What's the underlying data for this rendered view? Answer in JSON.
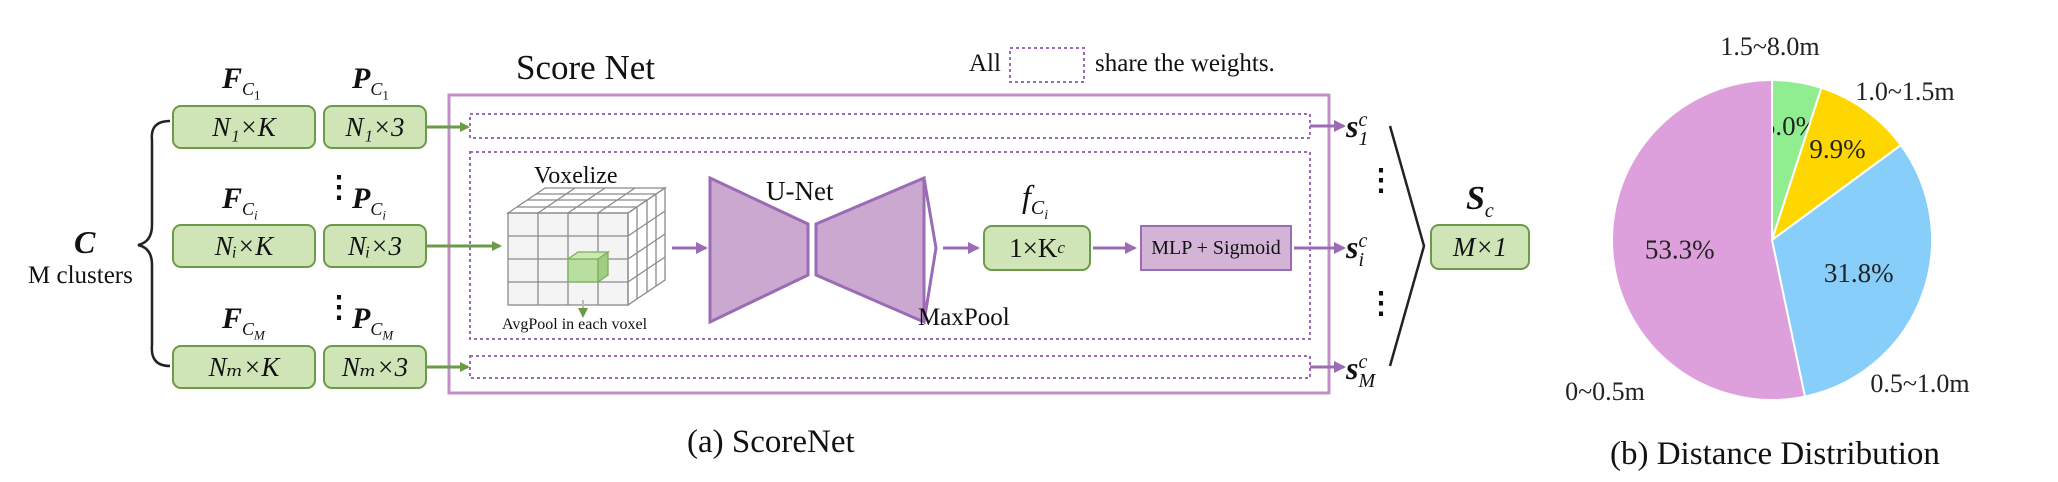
{
  "diagram": {
    "set_symbol": "C",
    "set_caption": "M clusters",
    "rows": [
      {
        "feature": "N₁×K",
        "point": "N₁×3",
        "feature_sub": "1",
        "point_sub": "1",
        "score_sub": "1"
      },
      {
        "feature": "Nᵢ×K",
        "point": "Nᵢ×3",
        "feature_sub": "i",
        "point_sub": "i",
        "score_sub": "i"
      },
      {
        "feature": "Nₘ×K",
        "point": "Nₘ×3",
        "feature_sub": "M",
        "point_sub": "M",
        "score_sub": "M"
      }
    ],
    "feature_symbol": "F",
    "point_symbol": "P",
    "cluster_symbol": "C",
    "score_symbol": "s",
    "score_sup": "c",
    "vdots": "⋮",
    "score_net_title": "Score Net",
    "share_pre": "All",
    "share_post": "share the weights.",
    "voxelize": "Voxelize",
    "avgpool": "AvgPool in each voxel",
    "unet": "U-Net",
    "maxpool": "MaxPool",
    "feature_vec_symbol": "f",
    "feature_vec_sub": "C",
    "feature_vec_subsub": "i",
    "feature_vec_box": "1×K",
    "feature_vec_box_sub": "c",
    "mlp": "MLP + Sigmoid",
    "output_symbol": "S",
    "output_sub": "c",
    "output_box": "M×1",
    "caption": "(a) ScoreNet"
  },
  "chart_data": {
    "type": "pie",
    "title": "",
    "caption": "(b) Distance Distribution",
    "slices": [
      {
        "label": "0~0.5m",
        "value": 53.3,
        "value_label": "53.3%",
        "color": "#dda0dd"
      },
      {
        "label": "0.5~1.0m",
        "value": 31.8,
        "value_label": "31.8%",
        "color": "#87cefa"
      },
      {
        "label": "1.0~1.5m",
        "value": 9.9,
        "value_label": "9.9%",
        "color": "#ffd700"
      },
      {
        "label": "1.5~8.0m",
        "value": 5.0,
        "value_label": "5.0%",
        "color": "#90ee90"
      }
    ]
  },
  "colors": {
    "green_fill": "#cfe5b8",
    "green_stroke": "#6d9a49",
    "purple_stroke": "#9b6cb6",
    "purple_fill": "#cba8cf",
    "mlp_fill": "#d3b4d6"
  }
}
